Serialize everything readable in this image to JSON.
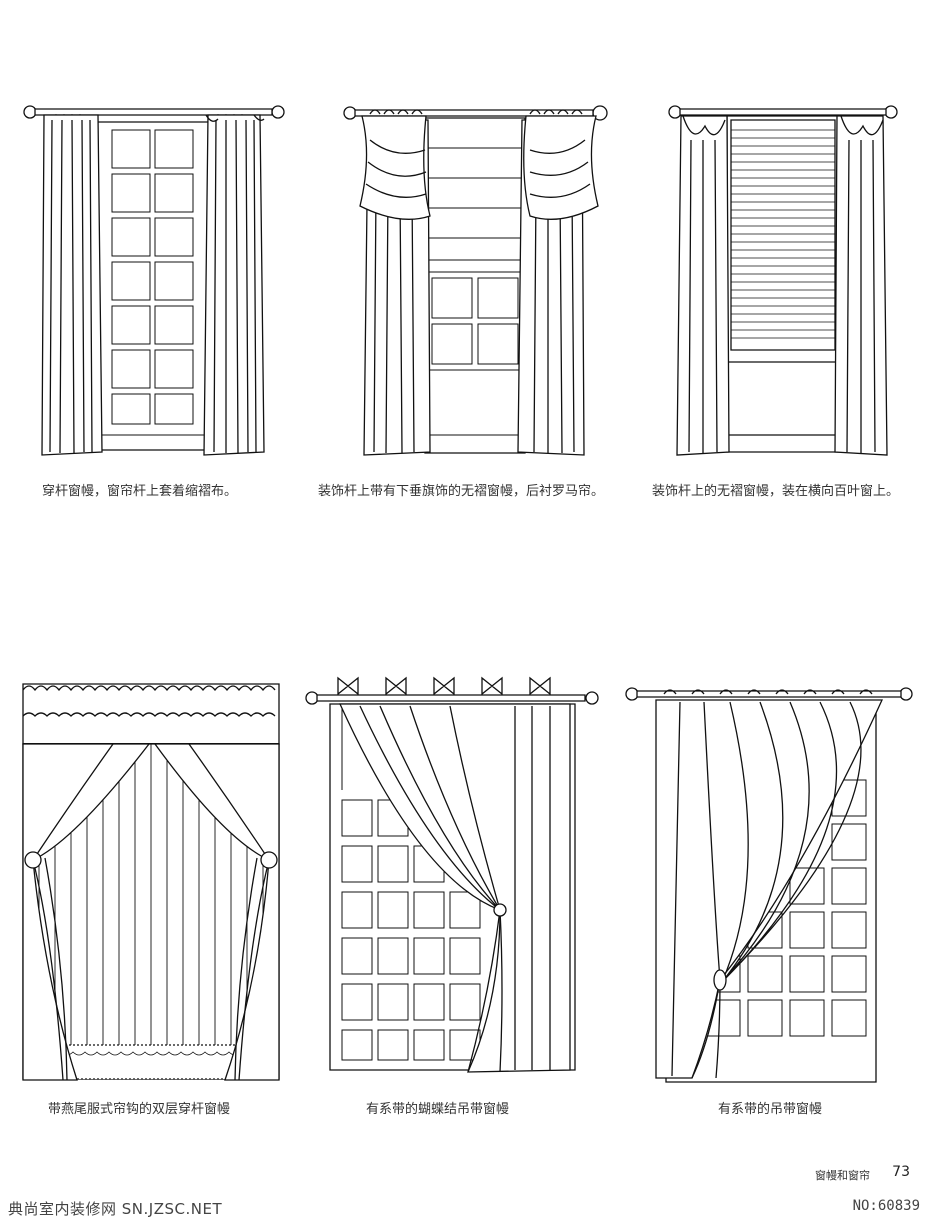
{
  "captions": {
    "c1": "穿杆窗幔，窗帘杆上套着缩褶布。",
    "c2": "装饰杆上带有下垂旗饰的无褶窗幔，后衬罗马帘。",
    "c3": "装饰杆上的无褶窗幔，装在横向百叶窗上。",
    "c4": "带燕尾服式帘钩的双层穿杆窗幔",
    "c5": "有系带的蝴蝶结吊带窗幔",
    "c6": "有系带的吊带窗幔"
  },
  "footer": {
    "section": "窗幔和窗帘",
    "page": "73"
  },
  "watermark": {
    "left": "典尚室内装修网 SN.JZSC.NET",
    "right": "NO:60839"
  }
}
